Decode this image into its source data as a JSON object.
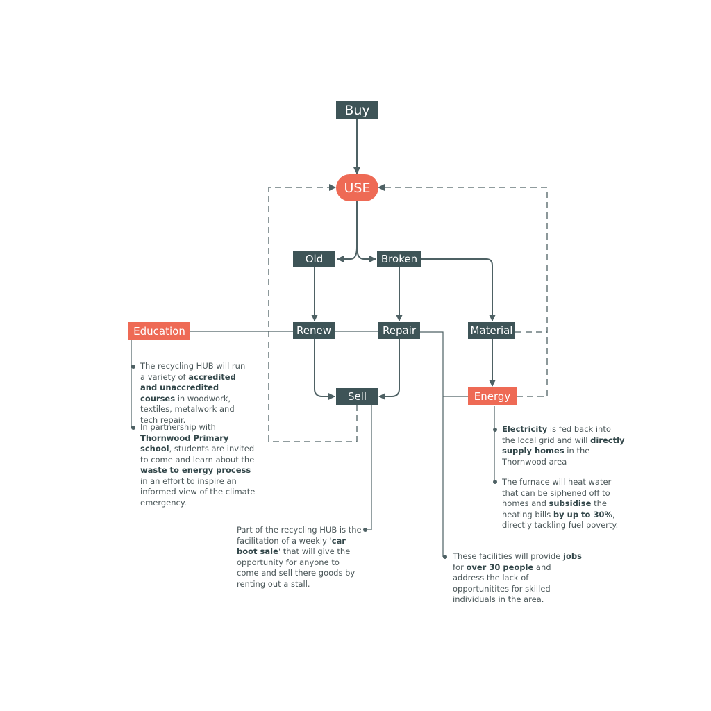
{
  "colors": {
    "node": "#3e5457",
    "accent": "#ee6a55",
    "line": "#4e6164",
    "text": "#4a5658"
  },
  "nodes": {
    "buy": "Buy",
    "use": "USE",
    "old": "Old",
    "broken": "Broken",
    "renew": "Renew",
    "repair": "Repair",
    "material": "Material",
    "sell": "Sell",
    "education": "Education",
    "energy": "Energy"
  },
  "notes": {
    "education_courses": [
      {
        "text": "The recycling HUB will run a variety of "
      },
      {
        "text": "accredited and unaccredited courses",
        "bold": true
      },
      {
        "text": " in woodwork, textiles, metalwork and tech repair."
      }
    ],
    "education_school": [
      {
        "text": "In partnership with "
      },
      {
        "text": "Thornwood Primary school",
        "bold": true
      },
      {
        "text": ", students are invited to come and learn about the "
      },
      {
        "text": "waste to energy process",
        "bold": true
      },
      {
        "text": " in an effort to inspire an informed view of the climate emergency."
      }
    ],
    "car_boot": [
      {
        "text": "Part of the recycling HUB is the facilitation of a weekly '"
      },
      {
        "text": "car boot sale",
        "bold": true
      },
      {
        "text": "' that will give the opportunity for anyone to come and sell there goods by renting out a stall."
      }
    ],
    "jobs": [
      {
        "text": "These facilities will provide "
      },
      {
        "text": "jobs",
        "bold": true
      },
      {
        "text": " for "
      },
      {
        "text": "over 30 people",
        "bold": true
      },
      {
        "text": " and address the lack of opportunitites for skilled individuals in the area."
      }
    ],
    "electricity": [
      {
        "text": "Electricity",
        "bold": true
      },
      {
        "text": " is fed back into the local grid and will "
      },
      {
        "text": "directly supply homes",
        "bold": true
      },
      {
        "text": " in the Thornwood area"
      }
    ],
    "furnace": [
      {
        "text": "The furnace will heat water that can be siphened off to homes and "
      },
      {
        "text": "subsidise",
        "bold": true
      },
      {
        "text": " the heating bills "
      },
      {
        "text": "by up to 30%",
        "bold": true
      },
      {
        "text": ", directly tackling fuel poverty."
      }
    ]
  }
}
